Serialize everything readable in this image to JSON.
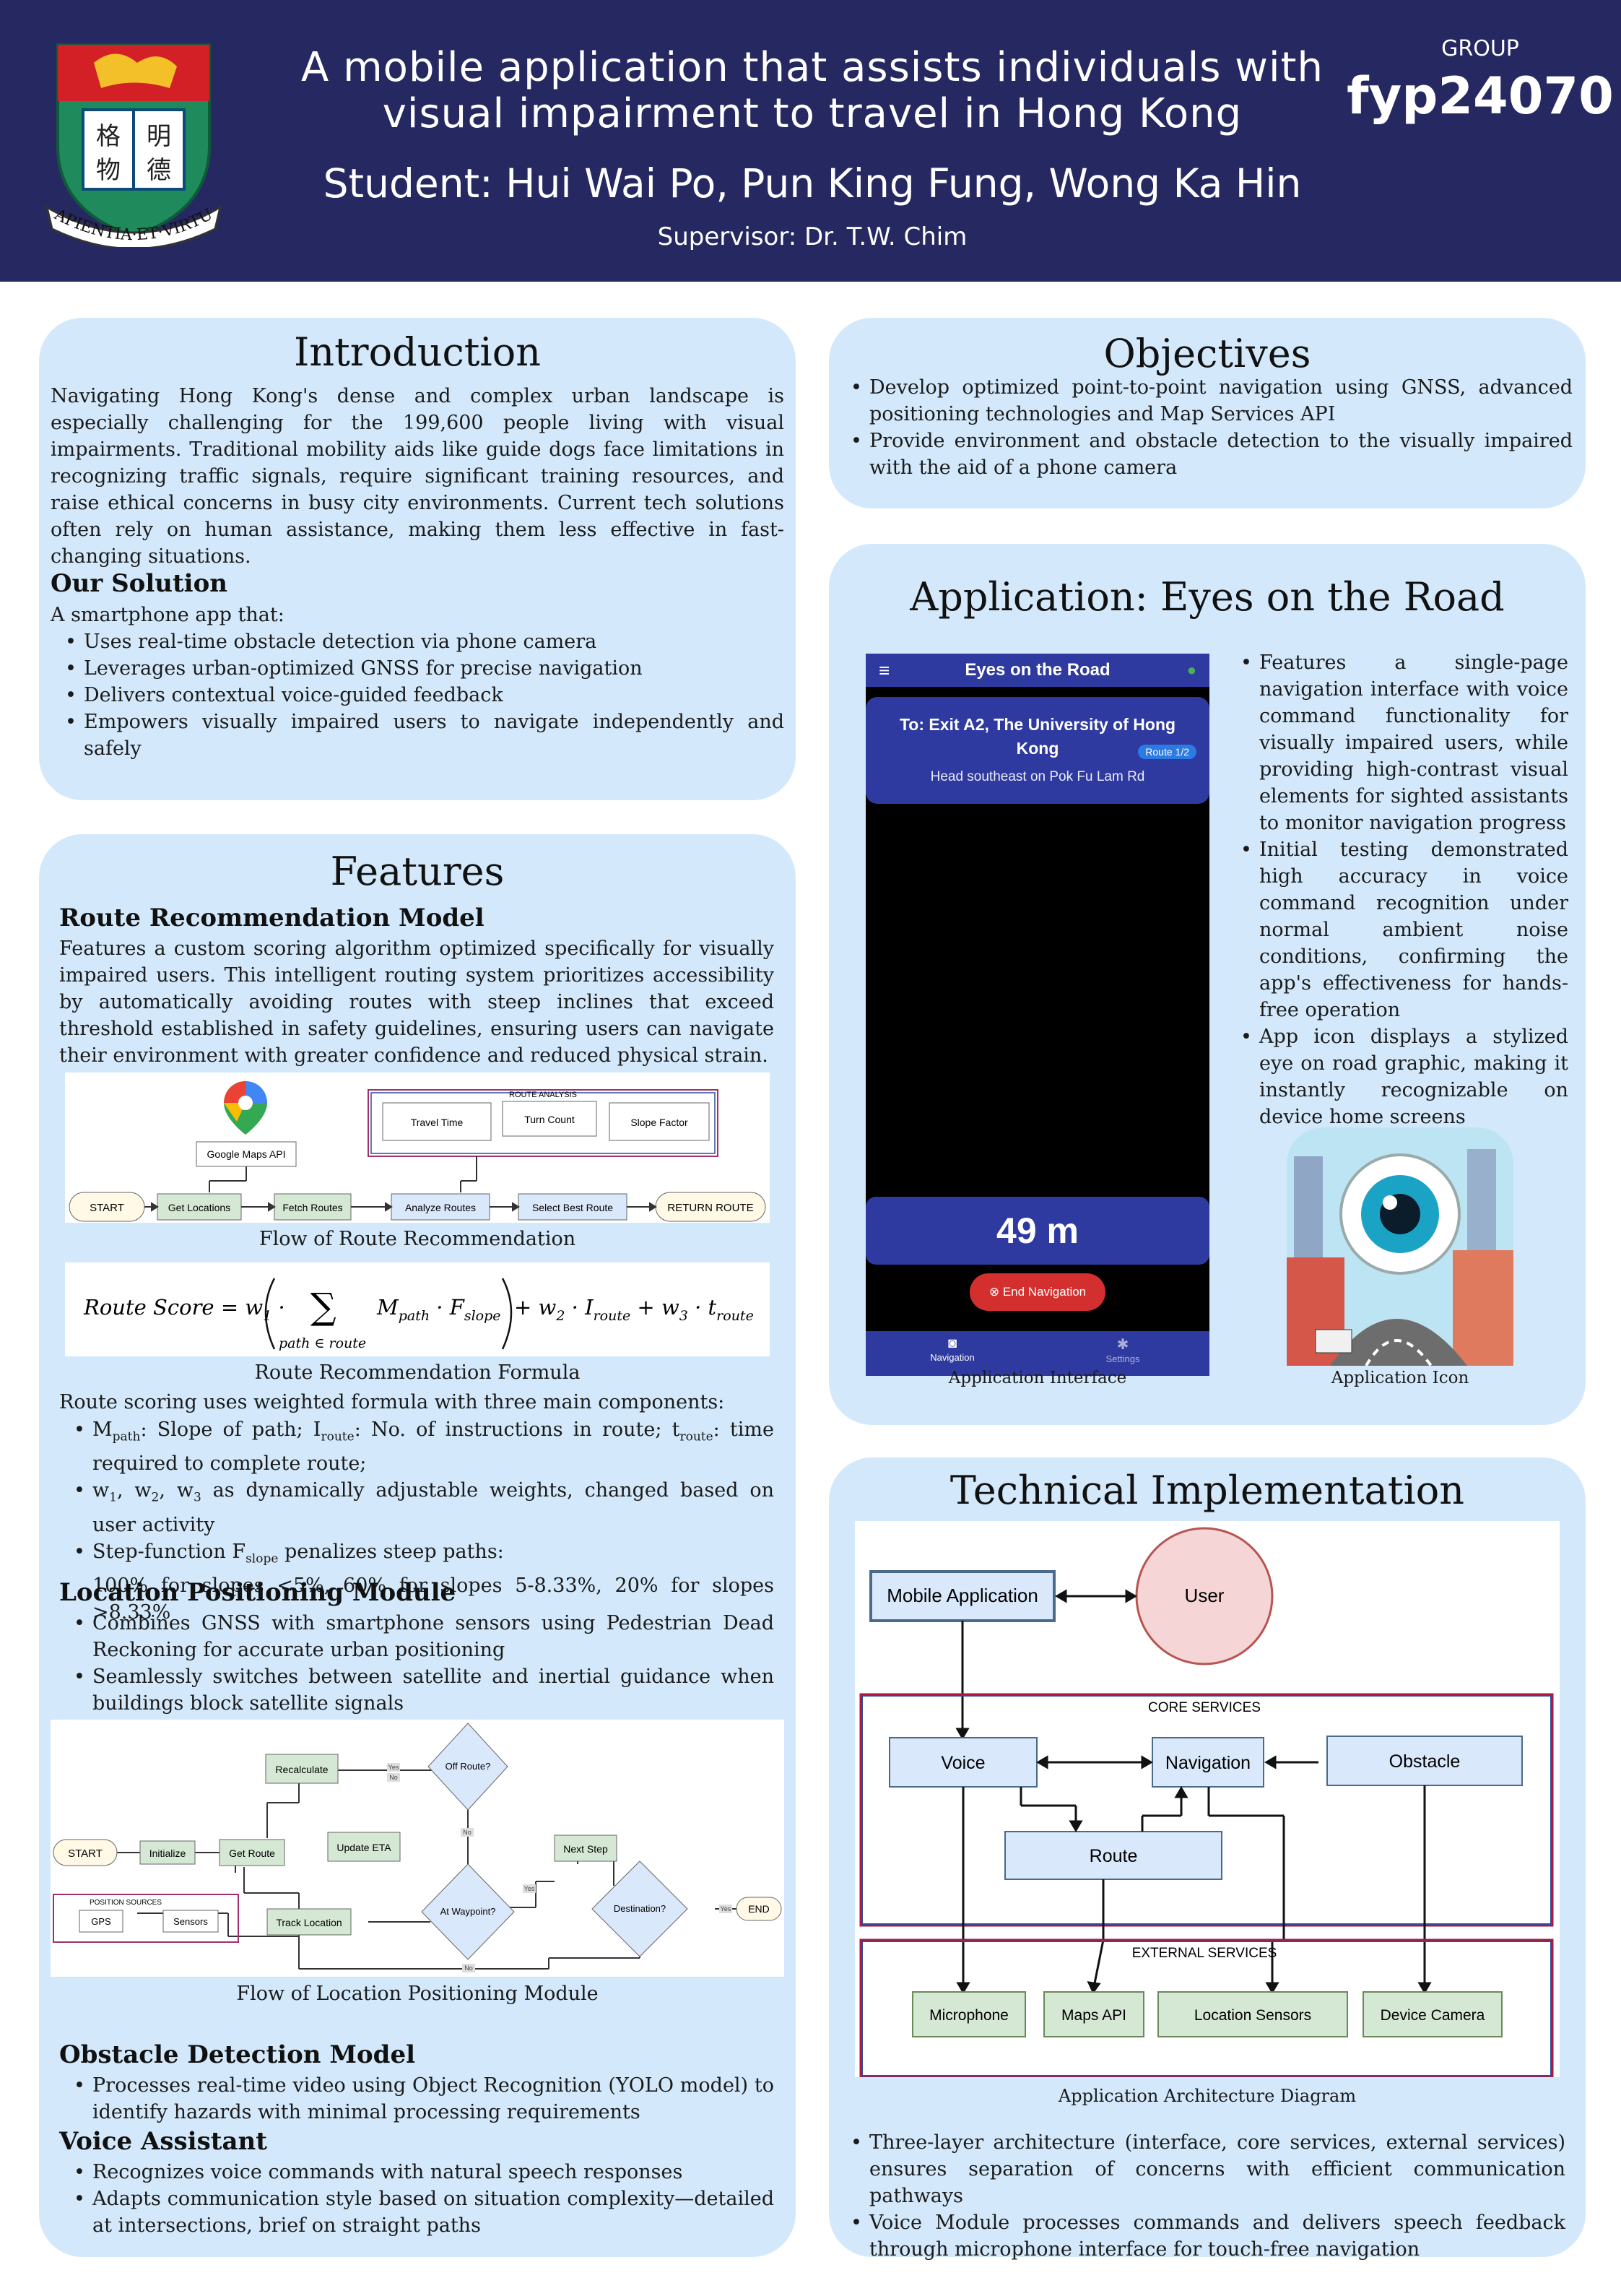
{
  "header": {
    "title_line1": "A mobile application that assists individuals with",
    "title_line2": "visual impairment to travel in Hong Kong",
    "students": "Student: Hui Wai Po, Pun King Fung, Wong Ka Hin",
    "supervisor": "Supervisor: Dr. T.W. Chim",
    "group_label": "GROUP",
    "group_id": "fyp24070",
    "logo_chars": [
      "格",
      "明",
      "物",
      "德"
    ],
    "logo_motto": "SAPIENTIA·ET·VIRTUS"
  },
  "intro": {
    "heading": "Introduction",
    "body": "Navigating Hong Kong's dense and complex urban landscape is especially challenging for the 199,600 people living with visual impairments. Traditional mobility aids like guide dogs face limitations in recognizing traffic signals, require significant training resources, and raise ethical concerns in busy city environments. Current tech solutions often rely on human assistance, making them less effective in fast-changing situations.",
    "solution_heading": "Our Solution",
    "solution_intro": "A smartphone app that:",
    "solution_items": [
      "Uses real-time obstacle detection via phone camera",
      "Leverages urban-optimized GNSS for precise navigation",
      "Delivers contextual voice-guided feedback",
      "Empowers visually impaired users to navigate independently and safely"
    ]
  },
  "objectives": {
    "heading": "Objectives",
    "items": [
      "Develop optimized point-to-point navigation using GNSS, advanced positioning technologies and Map Services API",
      "Provide environment and obstacle detection to the visually impaired with the aid of a phone camera"
    ]
  },
  "features": {
    "heading": "Features",
    "route_heading": "Route Recommendation Model",
    "route_body": "Features a custom scoring algorithm optimized specifically for visually impaired users. This intelligent routing system prioritizes accessibility by automatically avoiding routes with steep inclines that exceed threshold established in safety guidelines, ensuring users can navigate their environment with greater confidence and reduced physical strain.",
    "route_flow": {
      "analysis_title": "ROUTE ANALYSIS",
      "analysis_items": [
        "Travel Time",
        "Turn Count",
        "Slope Factor"
      ],
      "maps_api": "Google Maps API",
      "steps": [
        "START",
        "Get Locations",
        "Fetch Routes",
        "Analyze Routes",
        "Select Best Route",
        "RETURN ROUTE"
      ]
    },
    "route_flow_caption": "Flow of Route Recommendation",
    "formula_caption": "Route Recommendation Formula",
    "formula_parts": {
      "lhs": "Route Score = w",
      "sum_sub": "path ∈ route",
      "term1": "M",
      "term1_sub": "path",
      "term2": "F",
      "term2_sub": "slope",
      "rest": "+ w",
      "i": "I",
      "i_sub": "route",
      "t": "t",
      "t_sub": "route"
    },
    "scoring_intro": "Route scoring uses weighted formula with three main components:",
    "scoring_items": {
      "m": "M",
      "m_sub": "path",
      "m_text": ": Slope of path; I",
      "i_sub": "route",
      "i_text": ": No. of instructions in route; t",
      "t_sub": "route",
      "t_text": ": time required to complete route;",
      "w_text": "w",
      "w1": "1",
      "w2": "2",
      "w3": "3",
      "w_rest": " as dynamically adjustable weights, changed based on user activity",
      "step_text": "Step-function F",
      "step_sub": "slope",
      "step_rest": " penalizes steep paths:",
      "step_values": "100% for slopes <5%, 60% for slopes 5-8.33%, 20% for slopes >8.33%"
    },
    "location_heading": "Location Positioning Module",
    "location_items": [
      "Combines GNSS with smartphone sensors using Pedestrian Dead Reckoning for accurate urban positioning",
      "Seamlessly switches between satellite and inertial guidance when buildings block satellite signals"
    ],
    "location_flow": {
      "nodes": [
        "START",
        "Initialize",
        "Get Route",
        "Recalculate",
        "Update ETA",
        "Track Location",
        "Off Route?",
        "At Waypoint?",
        "Next Step",
        "Destination?",
        "END"
      ],
      "sources_title": "POSITION SOURCES",
      "sources": [
        "GPS",
        "Sensors"
      ],
      "edge_labels": [
        "Yes",
        "No",
        "No",
        "Yes",
        "No",
        "Yes"
      ]
    },
    "location_caption": "Flow of Location Positioning Module",
    "obstacle_heading": "Obstacle Detection Model",
    "obstacle_items": [
      "Processes real-time video using Object Recognition (YOLO model) to identify hazards with minimal processing requirements"
    ],
    "voice_heading": "Voice Assistant",
    "voice_items": [
      "Recognizes voice commands with natural speech responses",
      "Adapts communication style based on situation complexity—detailed at intersections, brief on straight paths"
    ]
  },
  "app": {
    "heading": "Application: Eyes on the Road",
    "phone": {
      "title": "Eyes on the Road",
      "destination": "To: Exit A2, The University of Hong Kong",
      "route_badge": "Route 1/2",
      "instruction": "Head southeast on Pok Fu Lam Rd",
      "distance": "49 m",
      "end_button": "End Navigation",
      "nav_labels": [
        "Navigation",
        "Settings"
      ]
    },
    "interface_caption": "Application Interface",
    "icon_caption": "Application Icon",
    "items": [
      "Features a single-page navigation interface with voice command functionality for visually impaired users, while providing high-contrast visual elements for sighted assistants to monitor navigation progress",
      "Initial testing demonstrated high accuracy in voice command recognition under normal ambient noise conditions, confirming the app's effectiveness for hands-free operation",
      "App icon displays a stylized eye on road graphic, making it instantly recognizable on device home screens"
    ]
  },
  "tech": {
    "heading": "Technical Implementation",
    "arch": {
      "mobile": "Mobile Application",
      "user": "User",
      "core_title": "CORE SERVICES",
      "voice": "Voice",
      "navigation": "Navigation",
      "obstacle": "Obstacle",
      "route": "Route",
      "external_title": "EXTERNAL SERVICES",
      "externals": [
        "Microphone",
        "Maps API",
        "Location Sensors",
        "Device Camera"
      ]
    },
    "arch_caption": "Application Architecture Diagram",
    "items": [
      "Three-layer architecture (interface, core services, external services) ensures separation of concerns with efficient communication pathways",
      "Voice Module processes commands and delivers speech feedback through microphone interface for touch-free navigation"
    ]
  },
  "colors": {
    "header_bg": "#262862",
    "card_bg": "#d3e9fb",
    "phone_blue": "#2e3a9f",
    "end_red": "#d32f2f",
    "diagram_green": "#d5e8d4",
    "diagram_blue": "#dae8fc"
  }
}
